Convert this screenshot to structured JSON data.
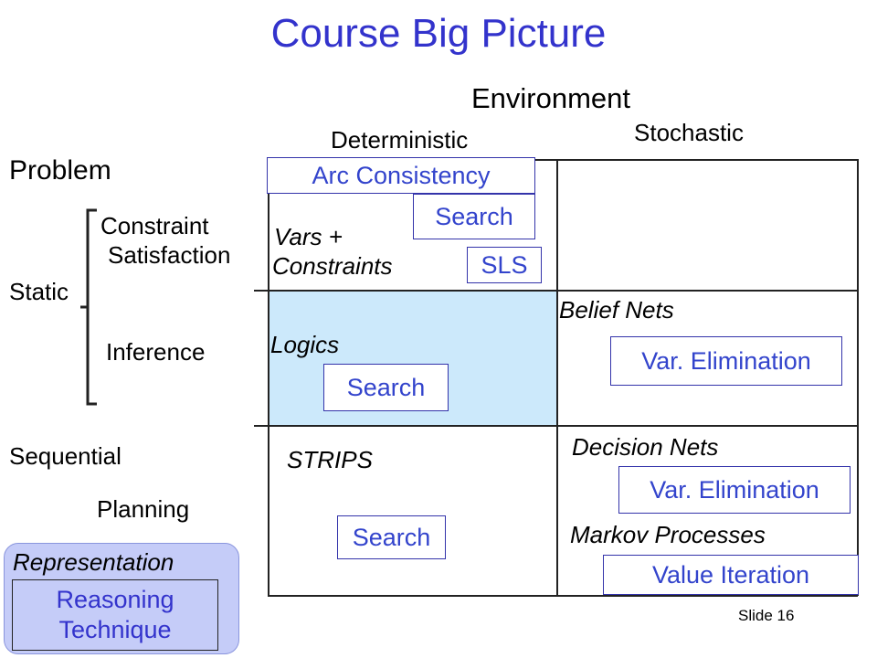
{
  "title": "Course Big Picture",
  "environment_label": "Environment",
  "columns": {
    "deterministic": "Deterministic",
    "stochastic": "Stochastic"
  },
  "problem_label": "Problem",
  "rows": {
    "static": "Static",
    "constraint_satisfaction_line1": "Constraint",
    "constraint_satisfaction_line2": "Satisfaction",
    "inference": "Inference",
    "sequential": "Sequential",
    "planning": "Planning"
  },
  "cells": {
    "arc_consistency": "Arc Consistency",
    "search_csp": "Search",
    "vars_constraints_line1": "Vars +",
    "vars_constraints_line2": "Constraints",
    "sls": "SLS",
    "logics": "Logics",
    "search_logics": "Search",
    "belief_nets": "Belief Nets",
    "var_elim_1": "Var. Elimination",
    "strips": "STRIPS",
    "search_planning": "Search",
    "decision_nets": "Decision Nets",
    "var_elim_2": "Var. Elimination",
    "markov_processes": "Markov Processes",
    "value_iteration": "Value Iteration"
  },
  "legend": {
    "representation": "Representation",
    "reasoning_line1": "Reasoning",
    "reasoning_line2": "Technique"
  },
  "slide_number": "Slide 16",
  "colors": {
    "title": "#3333cc",
    "box_text": "#3344cc",
    "highlight_cell": "#cce9fb",
    "legend_bg": "#c5ccf8"
  }
}
